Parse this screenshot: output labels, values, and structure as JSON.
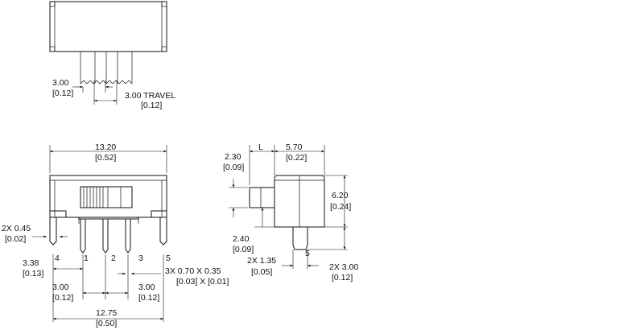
{
  "top_view": {
    "pitch": "3.00",
    "pitch_in": "[0.12]",
    "travel": "3.00 TRAVEL",
    "travel_in": "[0.12]"
  },
  "front_view": {
    "width": "13.20",
    "width_in": "[0.52]",
    "mount_pin": "2X 0.45",
    "mount_pin_in": "[0.02]",
    "offset": "3.38",
    "offset_in": "[0.13]",
    "pitch_left": "3.00",
    "pitch_left_in": "[0.12]",
    "pin_size": "3X  0.70 X 0.35",
    "pin_size_in": "[0.03] X [0.01]",
    "pitch_right": "3.00",
    "pitch_right_in": "[0.12]",
    "span": "12.75",
    "span_in": "[0.50]",
    "pins": [
      "4",
      "1",
      "2",
      "3",
      "5"
    ]
  },
  "side_view": {
    "actuator": "2.30",
    "actuator_in": "[0.09]",
    "L": "L",
    "depth": "5.70",
    "depth_in": "[0.22]",
    "height": "6.20",
    "height_in": "[0.24]",
    "knob_pos": "2.40",
    "knob_pos_in": "[0.09]",
    "pin_w": "2X 1.35",
    "pin_w_in": "[0.05]",
    "pin5": "5",
    "pin_len": "2X 3.00",
    "pin_len_in": "[0.12]"
  }
}
